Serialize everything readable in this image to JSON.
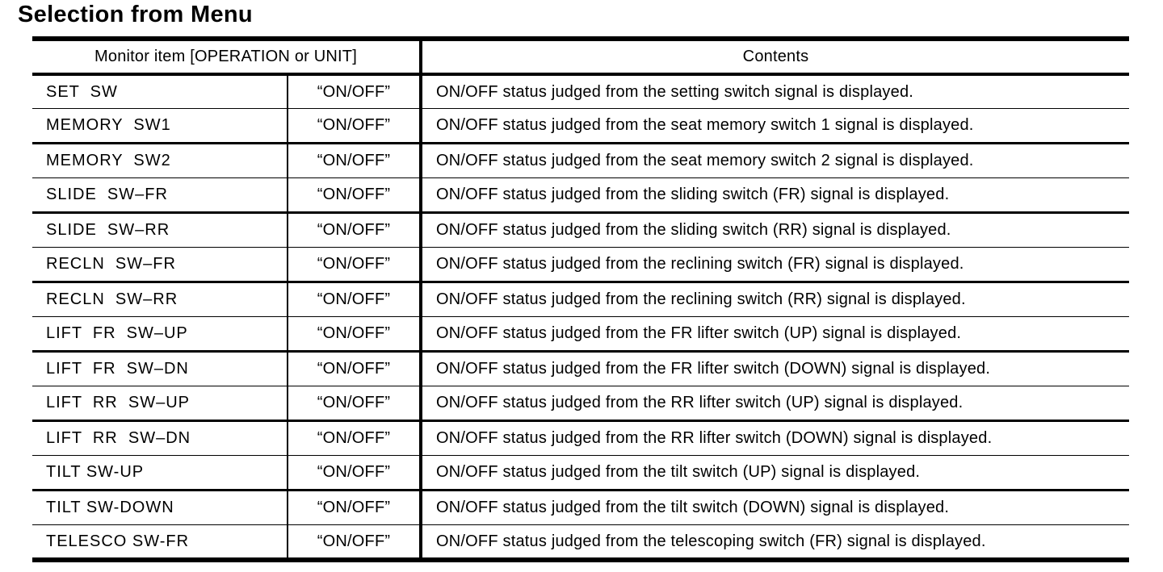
{
  "page": {
    "title": "Selection from Menu"
  },
  "table": {
    "header": {
      "monitor_item": "Monitor item [OPERATION or UNIT]",
      "contents": "Contents"
    },
    "rows": [
      {
        "item": "SET  SW",
        "operation": "“ON/OFF”",
        "contents": "ON/OFF status judged from the setting switch signal is displayed."
      },
      {
        "item": "MEMORY  SW1",
        "operation": "“ON/OFF”",
        "contents": "ON/OFF status judged from the seat memory switch 1 signal is displayed."
      },
      {
        "item": "MEMORY  SW2",
        "operation": "“ON/OFF”",
        "contents": "ON/OFF status judged from the seat memory switch 2 signal is displayed."
      },
      {
        "item": "SLIDE  SW–FR",
        "operation": "“ON/OFF”",
        "contents": "ON/OFF status judged from the sliding switch (FR) signal is displayed."
      },
      {
        "item": "SLIDE  SW–RR",
        "operation": "“ON/OFF”",
        "contents": "ON/OFF status judged from the sliding switch (RR) signal is displayed."
      },
      {
        "item": "RECLN  SW–FR",
        "operation": "“ON/OFF”",
        "contents": "ON/OFF status judged from the reclining switch (FR) signal is displayed."
      },
      {
        "item": "RECLN  SW–RR",
        "operation": "“ON/OFF”",
        "contents": "ON/OFF status judged from the reclining switch (RR) signal is displayed."
      },
      {
        "item": "LIFT  FR  SW–UP",
        "operation": "“ON/OFF”",
        "contents": "ON/OFF status judged from the FR lifter switch (UP) signal is displayed."
      },
      {
        "item": "LIFT  FR  SW–DN",
        "operation": "“ON/OFF”",
        "contents": "ON/OFF status judged from the FR lifter switch (DOWN) signal is displayed."
      },
      {
        "item": "LIFT  RR  SW–UP",
        "operation": "“ON/OFF”",
        "contents": "ON/OFF status judged from the RR lifter switch (UP) signal is displayed."
      },
      {
        "item": "LIFT  RR  SW–DN",
        "operation": "“ON/OFF”",
        "contents": "ON/OFF status judged from the RR lifter switch (DOWN) signal is displayed."
      },
      {
        "item": "TILT SW-UP",
        "operation": "“ON/OFF”",
        "contents": "ON/OFF status judged from the tilt switch (UP) signal is displayed."
      },
      {
        "item": "TILT SW-DOWN",
        "operation": "“ON/OFF”",
        "contents": "ON/OFF status judged from the tilt switch (DOWN) signal is displayed."
      },
      {
        "item": "TELESCO SW-FR",
        "operation": "“ON/OFF”",
        "contents": "ON/OFF status judged from the telescoping switch (FR) signal is displayed."
      }
    ]
  }
}
